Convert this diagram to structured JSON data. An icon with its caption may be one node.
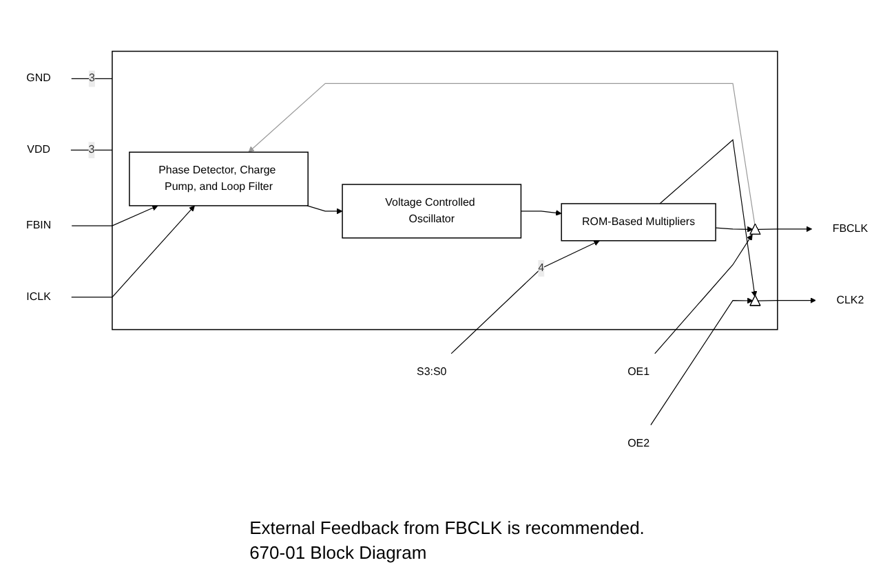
{
  "diagram": {
    "caption": "670-01 Block Diagram",
    "nodes": [
      {
        "text": [],
        "shape": "box"
      },
      {
        "text": [
          "Phase Detector, Charge Pump, and Loop Filter"
        ],
        "in": 0
      },
      {
        "text": [
          "Voltage Controlled Oscillator"
        ],
        "in": 0
      },
      {
        "text": [
          "ROM-Based Multipliers"
        ],
        "in": 0
      },
      {
        "text": [],
        "shape": "triangle",
        "in": 0
      },
      {
        "text": [],
        "shape": "triangle",
        "in": 0
      },
      {
        "text": [
          "ICLK"
        ]
      },
      {
        "text": [
          "FBIN"
        ]
      },
      {
        "text": [
          "S3:S0"
        ]
      },
      {
        "text": [
          "VDD"
        ]
      },
      {
        "text": [
          "GND"
        ]
      },
      {
        "text": [
          "OE1"
        ]
      },
      {
        "text": [
          "OE2"
        ]
      },
      {
        "text": [
          "FBCLK"
        ]
      },
      {
        "text": [
          "CLK2"
        ]
      }
    ],
    "edges": [
      {
        "from": 6,
        "to": 1,
        "arrow": "to"
      },
      {
        "from": 7,
        "to": 1,
        "arrow": "to"
      },
      {
        "from": 1,
        "to": 2,
        "arrow": "to"
      },
      {
        "from": 2,
        "to": 3,
        "arrow": "to"
      },
      {
        "from": 3,
        "to": 4,
        "arrow": "to"
      },
      {
        "from": 3,
        "to": 5,
        "arrow": "to"
      },
      {
        "from": 4,
        "to": 13,
        "arrow": "to"
      },
      {
        "from": 5,
        "to": 14,
        "arrow": "to"
      },
      {
        "from": 11,
        "to": 4,
        "arrow": "to"
      },
      {
        "from": 12,
        "to": 5,
        "arrow": "to"
      },
      {
        "from": 8,
        "to": 3,
        "arrow": "to",
        "label": "4"
      },
      {
        "from": 9,
        "to": 0,
        "arrow": "none",
        "label": "3"
      },
      {
        "from": 10,
        "to": 0,
        "arrow": "none",
        "label": "3"
      },
      {
        "from": 4,
        "to": 1,
        "arrow": "to",
        "color": "#999999"
      }
    ],
    "labels": [
      "External Feedback from FBCLK is recommended."
    ]
  }
}
